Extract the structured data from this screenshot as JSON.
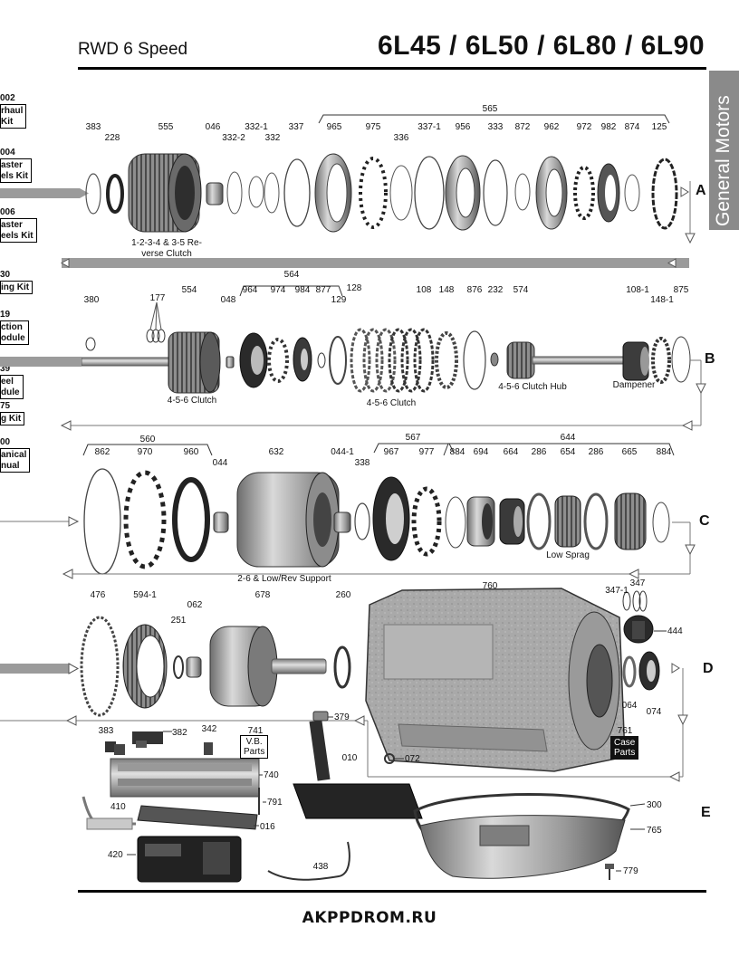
{
  "header": {
    "left_title": "RWD 6 Speed",
    "right_title": "6L45 / 6L50 / 6L80 / 6L90",
    "side_tab": "General Motors"
  },
  "sections": [
    "A",
    "B",
    "C",
    "D",
    "E"
  ],
  "kits": [
    {
      "num": "002",
      "lines": [
        "rhaul",
        "Kit"
      ]
    },
    {
      "num": "004",
      "lines": [
        "aster",
        "els Kit"
      ]
    },
    {
      "num": "006",
      "lines": [
        "aster",
        "eels Kit"
      ]
    },
    {
      "num": "30",
      "lines": [
        "ing Kit"
      ]
    },
    {
      "num": "19",
      "lines": [
        "ction",
        "odule"
      ]
    },
    {
      "num": "39",
      "lines": [
        "eel",
        "dule"
      ]
    },
    {
      "num": "75",
      "lines": [
        "g Kit"
      ]
    },
    {
      "num": "00",
      "lines": [
        "anical",
        "nual"
      ]
    }
  ],
  "row_a": {
    "group_565": "565",
    "parts": [
      "383",
      "228",
      "555",
      "046",
      "332-2",
      "332-1",
      "332",
      "337",
      "965",
      "975",
      "336",
      "337-1",
      "956",
      "333",
      "872",
      "962",
      "972",
      "982",
      "874",
      "125"
    ],
    "caption_clutch": [
      "1-2-3-4 & 3-5 Re-",
      "verse Clutch"
    ]
  },
  "row_b": {
    "group_564": "564",
    "parts": [
      "380",
      "177",
      "554",
      "048",
      "964",
      "974",
      "984",
      "877",
      "129",
      "128",
      "108",
      "148",
      "876",
      "232",
      "574",
      "108-1",
      "148-1",
      "875"
    ],
    "captions": [
      "4-5-6 Clutch",
      "4-5-6 Clutch",
      "4-5-6 Clutch Hub",
      "Dampener"
    ]
  },
  "row_c": {
    "group_560": "560",
    "group_567": "567",
    "group_644": "644",
    "parts": [
      "862",
      "970",
      "960",
      "044",
      "632",
      "044-1",
      "338",
      "967",
      "977",
      "884",
      "694",
      "664",
      "286",
      "654",
      "286",
      "665",
      "884"
    ],
    "captions": [
      "2-6 & Low/Rev Support",
      "Low Sprag"
    ]
  },
  "row_d": {
    "parts": [
      "476",
      "594-1",
      "062",
      "251",
      "678",
      "260",
      "760",
      "347-1",
      "347",
      "444",
      "064",
      "074"
    ]
  },
  "row_e": {
    "parts": [
      "383",
      "382",
      "342",
      "741",
      "379",
      "010",
      "072",
      "740",
      "791",
      "016",
      "410",
      "420",
      "438",
      "300",
      "765",
      "779"
    ],
    "vb_parts": [
      "V.B.",
      "Parts"
    ],
    "case_num": "761",
    "case_parts": [
      "Case",
      "Parts"
    ]
  },
  "footer": "AKPPDROM.RU"
}
